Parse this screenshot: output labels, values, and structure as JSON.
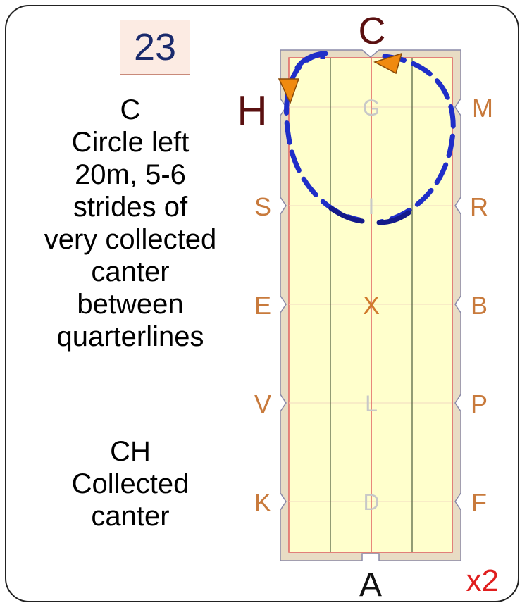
{
  "figure_number": "23",
  "instructions": [
    {
      "marker": "C",
      "lines": [
        "Circle left",
        "20m, 5-6",
        "strides of",
        "very collected",
        "canter",
        "between",
        "quarterlines"
      ]
    },
    {
      "marker": "CH",
      "lines": [
        "Collected",
        "canter"
      ]
    }
  ],
  "repeat_label": "x2",
  "arena_letters": {
    "top": "C",
    "bottom": "A",
    "left": [
      "H",
      "S",
      "E",
      "V",
      "K"
    ],
    "right": [
      "M",
      "R",
      "B",
      "P",
      "F"
    ],
    "center": [
      "G",
      "I",
      "X",
      "L",
      "D"
    ]
  },
  "colors": {
    "arena_fill": "#ffffcc",
    "arena_border": "#e8dcc4",
    "centerline": "#e06060",
    "circle_path": "#1f2ec8",
    "circle_path_dark": "#141a8a",
    "arrow": "#f08a10",
    "letter_side": "#c87a3c",
    "letter_highlight": "#5a1010",
    "repeat": "#e01e1e"
  }
}
